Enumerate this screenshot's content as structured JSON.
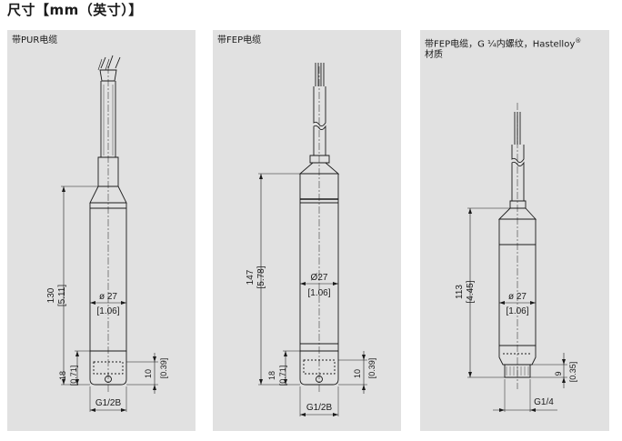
{
  "title": "尺寸【mm（英寸）】",
  "panels": [
    {
      "label": "带PUR电缆",
      "dims": {
        "length_mm": "130",
        "length_in": "[5.11]",
        "dia_mm": "ø 27",
        "dia_in": "[1.06]",
        "bottom_mm": "18",
        "bottom_in": "[0.71]",
        "tip_mm": "10",
        "tip_in": "[0.39]",
        "thread": "G1/2B"
      }
    },
    {
      "label": "带FEP电缆",
      "dims": {
        "length_mm": "147",
        "length_in": "[5.78]",
        "dia_mm": "Ø27",
        "dia_in": "[1.06]",
        "bottom_mm": "18",
        "bottom_in": "[0.71]",
        "tip_mm": "10",
        "tip_in": "[0.39]",
        "thread": "G1/2B"
      }
    },
    {
      "label_line1": "带FEP电缆，G ¼内螺纹，Hastelloy",
      "label_sup": "®",
      "label_line2": "材质",
      "dims": {
        "length_mm": "113",
        "length_in": "[4.45]",
        "dia_mm": "ø 27",
        "dia_in": "[1.06]",
        "tip_mm": "9",
        "tip_in": "[0.35]",
        "thread": "G1/4"
      }
    }
  ]
}
